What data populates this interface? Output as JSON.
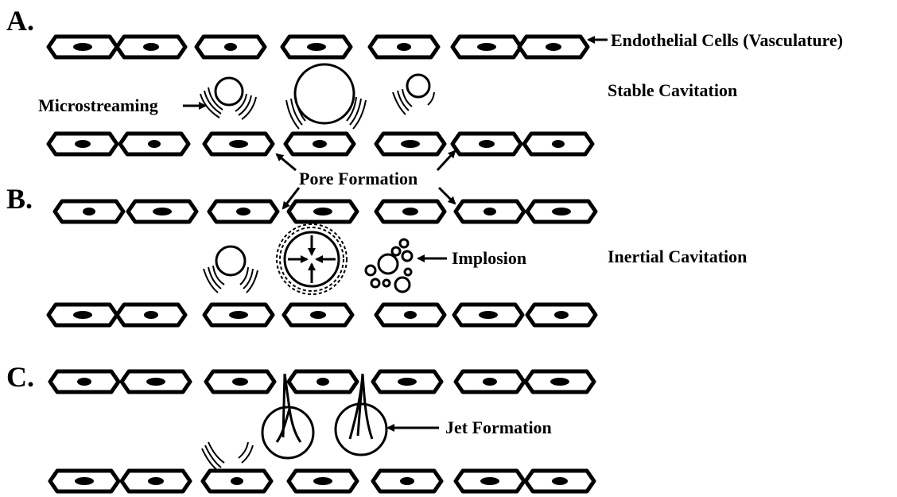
{
  "panels": {
    "a": "A.",
    "b": "B.",
    "c": "C."
  },
  "labels": {
    "endothelial": "Endothelial Cells (Vasculature)",
    "stable": "Stable Cavitation",
    "microstreaming": "Microstreaming",
    "pore": "Pore Formation",
    "inertial": "Inertial Cavitation",
    "implosion": "Implosion",
    "jet": "Jet Formation"
  }
}
